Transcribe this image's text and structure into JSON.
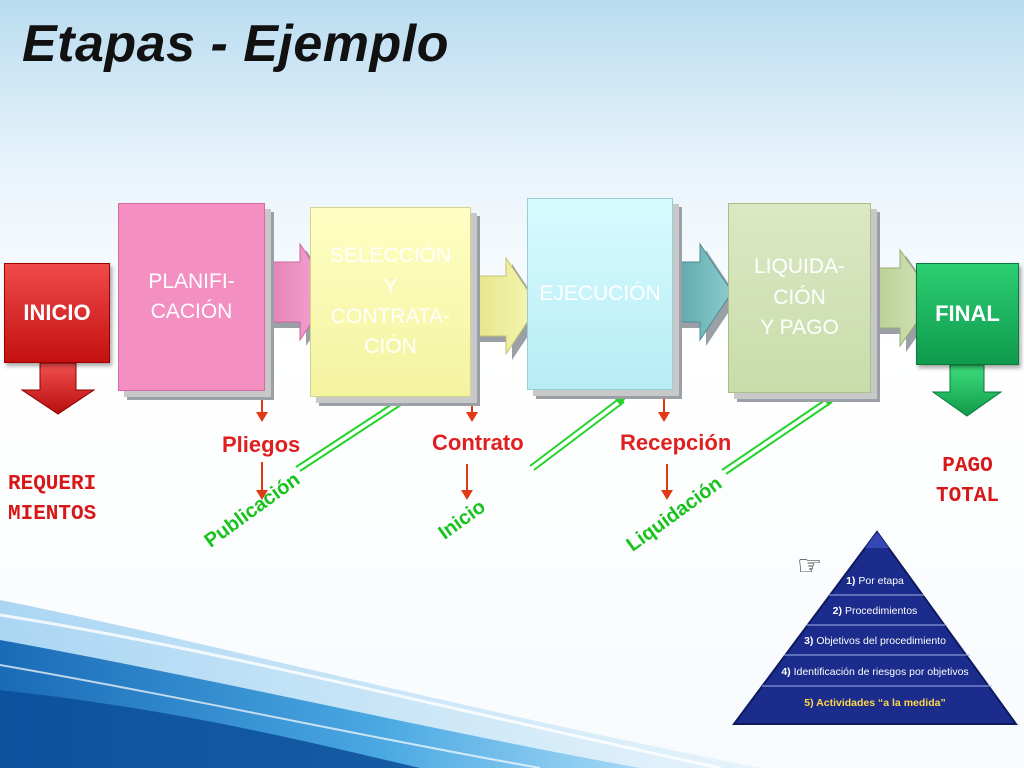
{
  "title": "Etapas - Ejemplo",
  "stages": {
    "inicio": "INICIO",
    "planificacion": "PLANIFI-\nCACIÓN",
    "seleccion": "SELECCIÓN\nY\nCONTRATA-\nCIÓN",
    "ejecucion": "EJECUCIÓN",
    "liquidacion": "LIQUIDA-\nCIÓN\nY PAGO",
    "final": "FINAL"
  },
  "milestones": {
    "pliegos": "Pliegos",
    "contrato": "Contrato",
    "recepcion": "Recepción"
  },
  "transitions": {
    "publicacion": "Publicación",
    "inicio": "Inicio",
    "liquidacion": "Liquidación"
  },
  "endpoints": {
    "requerimientos": "REQUERI\nMIENTOS",
    "pago_total": "PAGO\nTOTAL"
  },
  "pyramid": {
    "levels": [
      {
        "num": "1)",
        "text": "Por etapa"
      },
      {
        "num": "2)",
        "text": "Procedimientos"
      },
      {
        "num": "3)",
        "text": "Objetivos del procedimiento"
      },
      {
        "num": "4)",
        "text": "Identificación  de  riesgos por objetivos"
      },
      {
        "num": "5)",
        "text": "Actividades   “a la medida”"
      }
    ]
  },
  "colors": {
    "inicio": "#d61a1a",
    "final": "#13a855",
    "red_arrow": "#e03a14",
    "green_arrow": "#22d42a",
    "pyramid": "#1d2f8f"
  }
}
